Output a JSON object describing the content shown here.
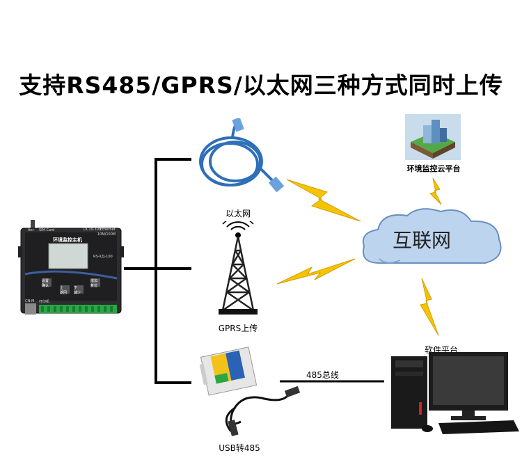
{
  "title": "支持RS485/GPRS/以太网三种方式同时上传",
  "nodes": {
    "ethernet_label": "以太网",
    "gprs_label": "GPRS上传",
    "usb485_label": "USB转485",
    "internet_label": "互联网",
    "cloud_platform_label": "环境监控云平台",
    "software_platform_label": "软件平台",
    "bus_label": "485总线"
  },
  "device": {
    "title": "环境监控主机",
    "model": "RS-XZJ-100",
    "ant": "Ant",
    "sim": "SIM Card",
    "power": "DC10-30V",
    "ethernet": "Ethernet",
    "speed": "10M/100M",
    "cnm": "CN-M",
    "printer": "打印机",
    "keys": [
      "确认",
      "复位",
      "返回",
      "减少"
    ],
    "keys_top": [
      "设置",
      "增加",
      "上",
      "下"
    ]
  },
  "colors": {
    "lightning": "#f5c400",
    "cable": "#2f6fb8",
    "cloud": "#bcd4ee",
    "line": "#000000"
  }
}
